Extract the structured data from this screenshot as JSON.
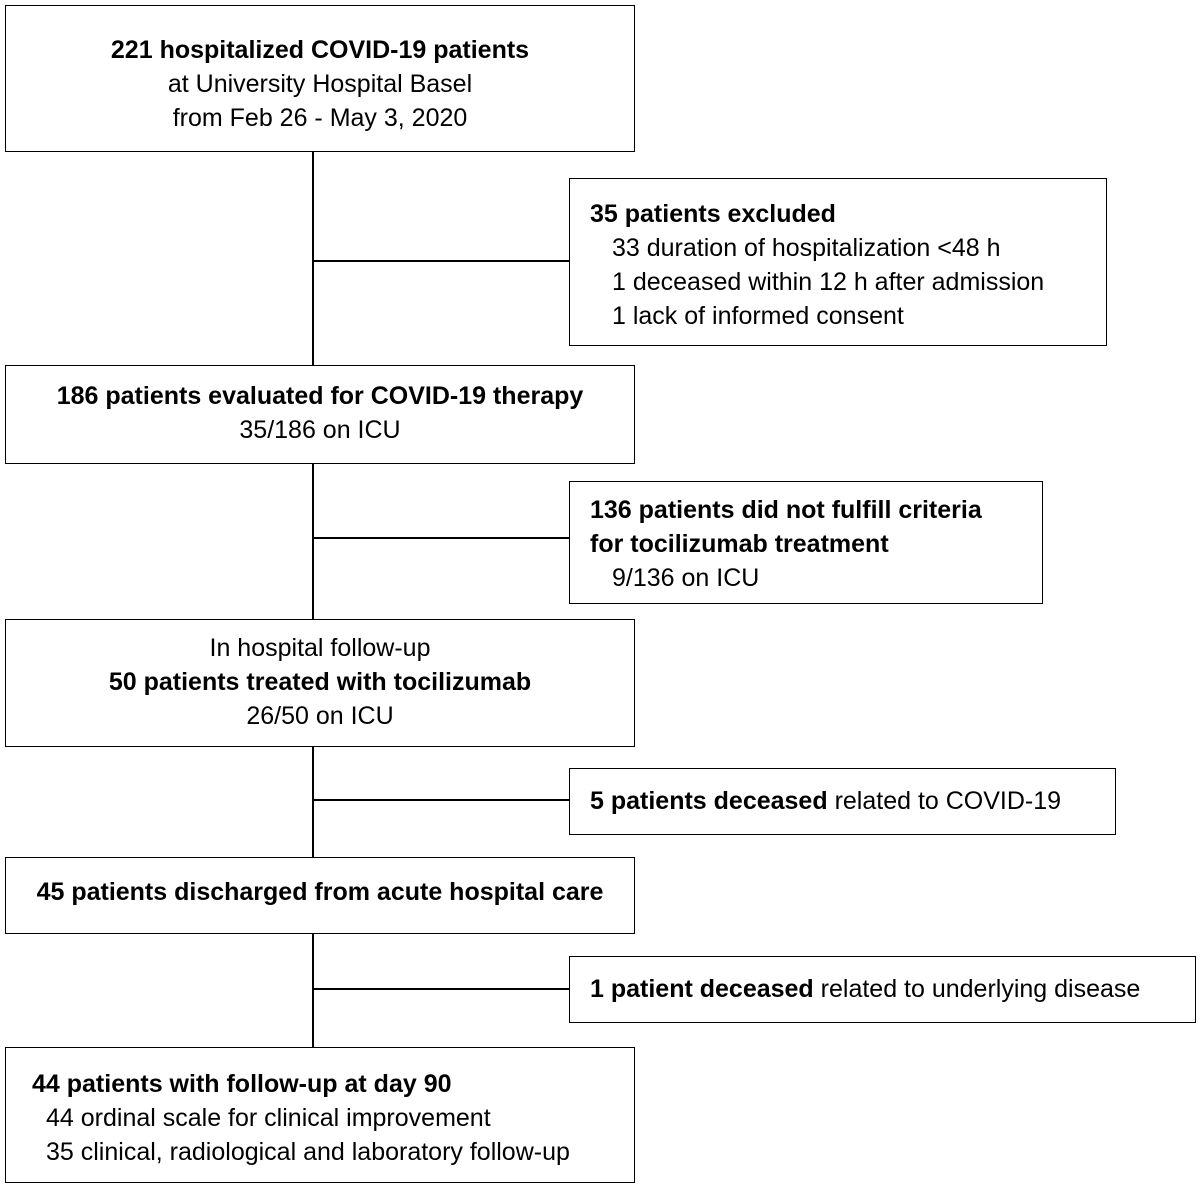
{
  "box1": {
    "line1": "221 hospitalized COVID-19 patients",
    "line2": "at University Hospital Basel",
    "line3": "from Feb 26 - May 3, 2020"
  },
  "excluded": {
    "title": "35 patients excluded",
    "items": [
      "33 duration of hospitalization <48 h",
      "1 deceased within 12 h after admission",
      "1 lack of informed consent"
    ]
  },
  "box2": {
    "line1": "186 patients evaluated for COVID-19 therapy",
    "line2": "35/186 on ICU"
  },
  "notfulfill": {
    "line1": "136 patients did not fulfill criteria",
    "line2": "for tocilizumab treatment",
    "line3": "9/136 on ICU"
  },
  "box3": {
    "line1": "In hospital follow-up",
    "line2": "50 patients treated with tocilizumab",
    "line3": "26/50 on ICU"
  },
  "deceased1": {
    "bold": "5 patients deceased",
    "rest": " related to COVID-19"
  },
  "box4": {
    "line1": "45 patients discharged from acute hospital care"
  },
  "deceased2": {
    "bold": "1 patient deceased",
    "rest": " related to underlying disease"
  },
  "box5": {
    "title": "44 patients with follow-up at day 90",
    "items": [
      "44 ordinal scale for clinical improvement",
      "35 clinical, radiological and laboratory follow-up"
    ]
  }
}
